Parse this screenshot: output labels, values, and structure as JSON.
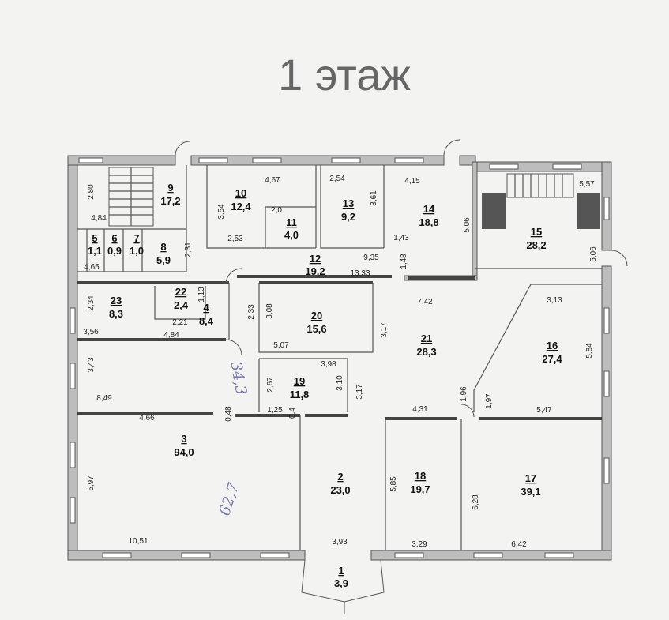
{
  "title": "1 этаж",
  "rooms": [
    {
      "num": "1",
      "area": "3,9"
    },
    {
      "num": "2",
      "area": "23,0"
    },
    {
      "num": "3",
      "area": "94,0"
    },
    {
      "num": "4",
      "area": "8,4"
    },
    {
      "num": "5",
      "area": "1,1"
    },
    {
      "num": "6",
      "area": "0,9"
    },
    {
      "num": "7",
      "area": "1,0"
    },
    {
      "num": "8",
      "area": "5,9"
    },
    {
      "num": "9",
      "area": "17,2"
    },
    {
      "num": "10",
      "area": "12,4"
    },
    {
      "num": "11",
      "area": "4,0"
    },
    {
      "num": "12",
      "area": "19,2"
    },
    {
      "num": "13",
      "area": "9,2"
    },
    {
      "num": "14",
      "area": "18,8"
    },
    {
      "num": "15",
      "area": "28,2"
    },
    {
      "num": "16",
      "area": "27,4"
    },
    {
      "num": "17",
      "area": "39,1"
    },
    {
      "num": "18",
      "area": "19,7"
    },
    {
      "num": "19",
      "area": "11,8"
    },
    {
      "num": "20",
      "area": "15,6"
    },
    {
      "num": "21",
      "area": "28,3"
    },
    {
      "num": "22",
      "area": "2,4"
    },
    {
      "num": "23",
      "area": "8,3"
    }
  ],
  "dimensions": [
    "2,80",
    "4,84",
    "4,65",
    "2,31",
    "4,67",
    "3,54",
    "2,53",
    "2,0",
    "2,54",
    "3,61",
    "4,15",
    "5,06",
    "1,43",
    "9,35",
    "1,48",
    "13,33",
    "5,57",
    "5,06",
    "2,34",
    "3,56",
    "1,13",
    "2,21",
    "4,84",
    "2,33",
    "3,08",
    "5,07",
    "3,17",
    "7,42",
    "3,13",
    "5,84",
    "3,43",
    "8,49",
    "4,66",
    "0,48",
    "2,67",
    "3,98",
    "3,10",
    "3,17",
    "1,25",
    "0,4",
    "4,31",
    "1,96",
    "1,97",
    "5,47",
    "5,97",
    "10,51",
    "3,93",
    "5,85",
    "3,29",
    "6,28",
    "6,42"
  ],
  "annotations": [
    "34,3",
    "62,7"
  ]
}
